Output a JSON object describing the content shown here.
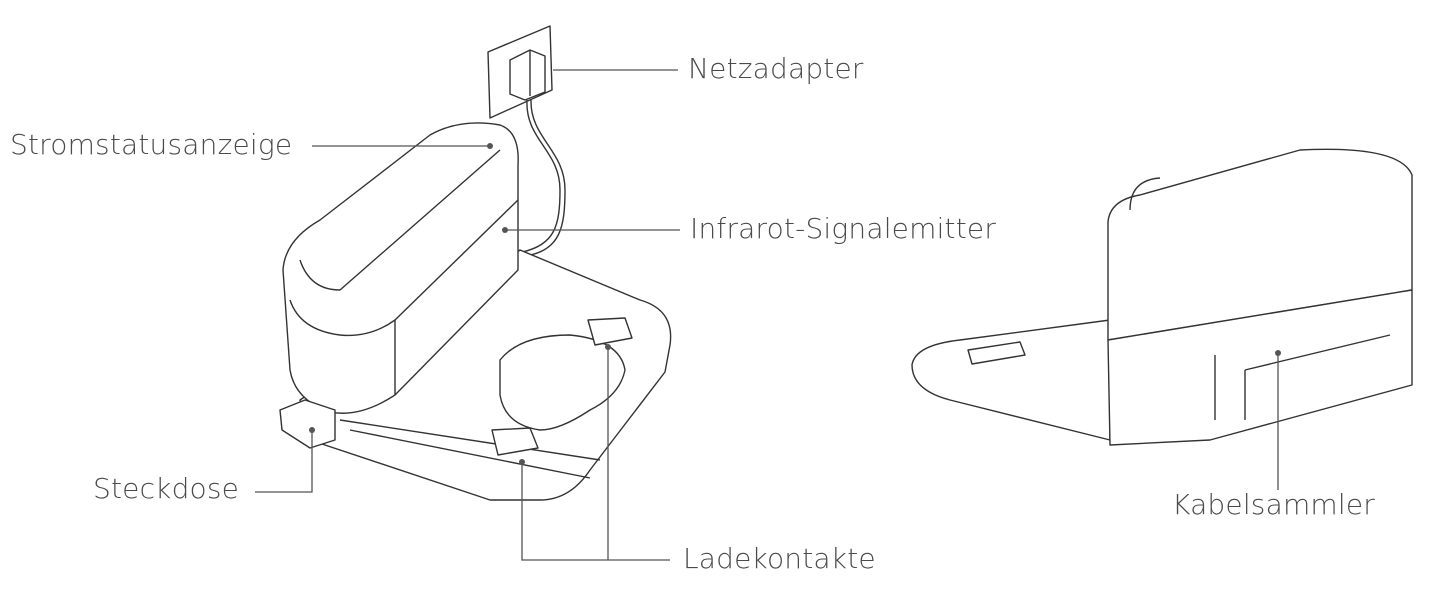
{
  "labels": {
    "power_adapter": "Netzadapter",
    "power_indicator": "Stromstatusanzeige",
    "ir_emitter": "Infrarot-Signalemitter",
    "power_socket": "Steckdose",
    "charging_contacts": "Ladekontakte",
    "cable_organizer": "Kabelsammler"
  }
}
